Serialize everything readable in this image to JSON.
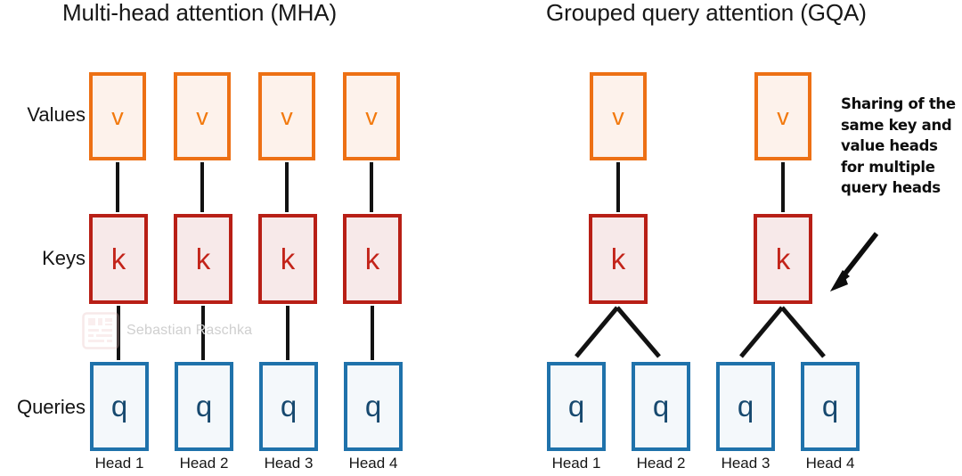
{
  "diagram": {
    "panels": [
      {
        "id": "mha",
        "title": "Multi-head attention (MHA)",
        "rows": {
          "values": {
            "label": "Values",
            "glyph": "v",
            "count": 4
          },
          "keys": {
            "label": "Keys",
            "glyph": "k",
            "count": 4
          },
          "queries": {
            "label": "Queries",
            "glyph": "q",
            "count": 4
          }
        },
        "heads": [
          "Head 1",
          "Head 2",
          "Head 3",
          "Head 4"
        ]
      },
      {
        "id": "gqa",
        "title": "Grouped query attention (GQA)",
        "rows": {
          "values": {
            "label": "Values",
            "glyph": "v",
            "count": 2
          },
          "keys": {
            "label": "Keys",
            "glyph": "k",
            "count": 2
          },
          "queries": {
            "label": "Queries",
            "glyph": "q",
            "count": 4
          }
        },
        "heads": [
          "Head 1",
          "Head 2",
          "Head 3",
          "Head 4"
        ]
      }
    ],
    "row_labels": {
      "values": "Values",
      "keys": "Keys",
      "queries": "Queries"
    },
    "glyphs": {
      "value": "v",
      "key": "k",
      "query": "q"
    },
    "annotation": "Sharing of the same key and value heads for multiple query heads",
    "watermark": {
      "text": "Sebastian Raschka"
    },
    "colors": {
      "value_border": "#ed7014",
      "value_fill": "#fdf2eb",
      "value_text": "#f2790d",
      "key_border": "#b81f16",
      "key_fill": "#f7e9e9",
      "key_text": "#c3241a",
      "query_border": "#1f72ab",
      "query_fill": "#f4f8fb",
      "query_text": "#17496f",
      "connector": "#121212",
      "background": "#ffffff",
      "annotation_text": "#0d0d0d",
      "watermark_text": "#cfcfcf"
    }
  }
}
